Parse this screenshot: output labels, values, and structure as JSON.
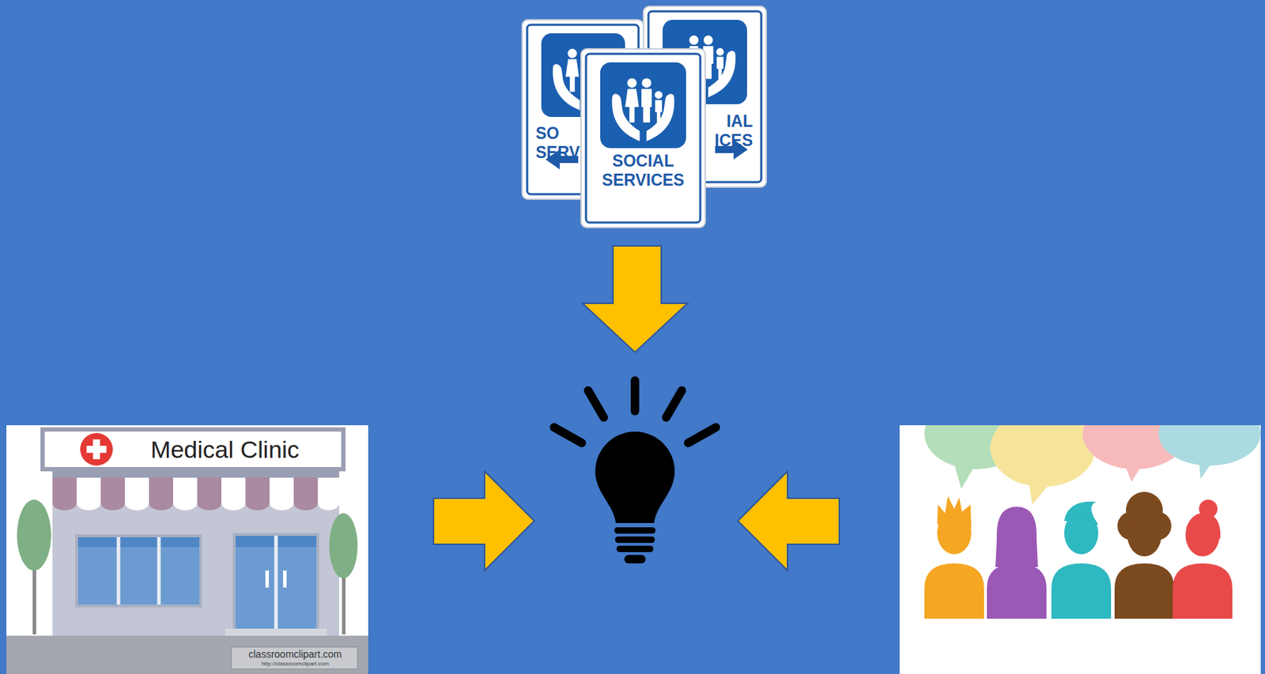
{
  "diagram": {
    "nodes": [
      {
        "text": [
          "SOCIAL SERVICES"
        ]
      },
      {
        "text": [
          "SO SERV"
        ]
      },
      {
        "text": [
          "IAL ICES"
        ]
      },
      {
        "text": [
          "Medical Clinic"
        ]
      }
    ],
    "labels": [
      "classroomclipart.com",
      "http://classroomclipart.com"
    ]
  }
}
